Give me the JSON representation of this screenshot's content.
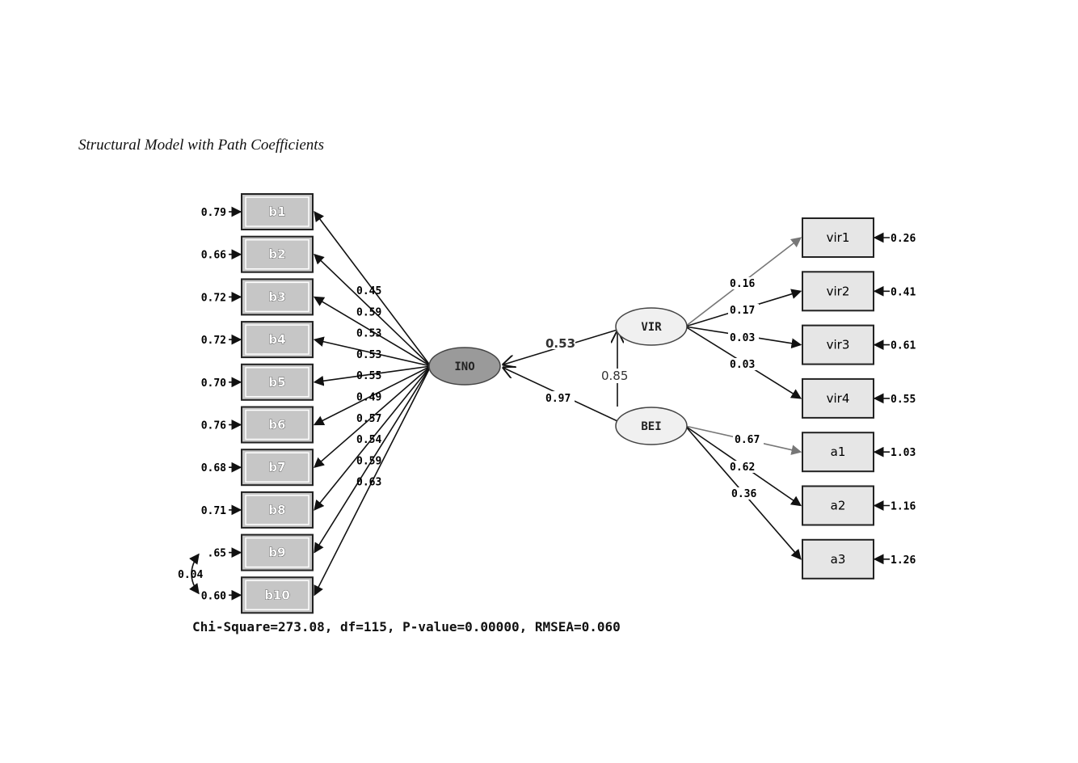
{
  "caption": "Structural Model with Path Coefficients",
  "latents": {
    "ino": "INO",
    "vir": "VIR",
    "bei": "BEI"
  },
  "left_indicators": [
    {
      "label": "b1",
      "error": "0.79",
      "loading": "0.45"
    },
    {
      "label": "b2",
      "error": "0.66",
      "loading": "0.59"
    },
    {
      "label": "b3",
      "error": "0.72",
      "loading": "0.53"
    },
    {
      "label": "b4",
      "error": "0.72",
      "loading": "0.53"
    },
    {
      "label": "b5",
      "error": "0.70",
      "loading": "0.55"
    },
    {
      "label": "b6",
      "error": "0.76",
      "loading": "0.49"
    },
    {
      "label": "b7",
      "error": "0.68",
      "loading": "0.57"
    },
    {
      "label": "b8",
      "error": "0.71",
      "loading": "0.54"
    },
    {
      "label": "b9",
      "error": ".65",
      "loading": "0.59"
    },
    {
      "label": "b10",
      "error": "0.60",
      "loading": "0.63"
    }
  ],
  "error_covariance": "0.04",
  "right_indicators": [
    {
      "label": "vir1",
      "error": "0.26",
      "loading": "0.16",
      "from": "vir"
    },
    {
      "label": "vir2",
      "error": "0.41",
      "loading": "0.17",
      "from": "vir"
    },
    {
      "label": "vir3",
      "error": "0.61",
      "loading": "0.03",
      "from": "vir"
    },
    {
      "label": "vir4",
      "error": "0.55",
      "loading": "0.03",
      "from": "vir"
    },
    {
      "label": "a1",
      "error": "1.03",
      "loading": "0.67",
      "from": "bei"
    },
    {
      "label": "a2",
      "error": "1.16",
      "loading": "0.62",
      "from": "bei"
    },
    {
      "label": "a3",
      "error": "1.26",
      "loading": "0.36",
      "from": "bei"
    }
  ],
  "structural_paths": {
    "vir_ino": "0.53",
    "bei_ino": "0.97",
    "bei_vir": "0.85"
  },
  "fit_statistics": "Chi-Square=273.08, df=115, P-value=0.00000, RMSEA=0.060"
}
